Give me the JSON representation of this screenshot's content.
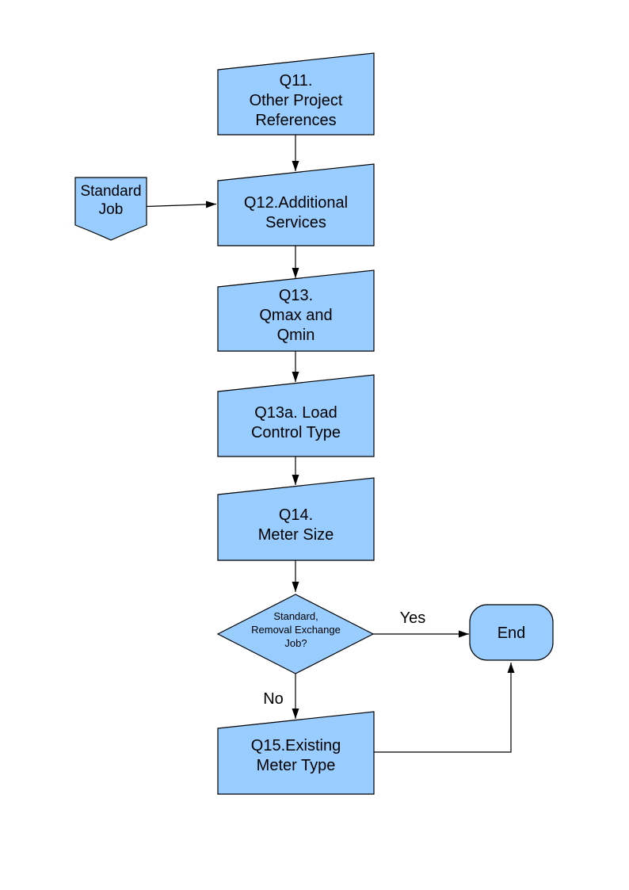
{
  "diagram": {
    "kind": "flowchart",
    "colors": {
      "node_fill": "#99CCFF",
      "node_stroke": "#000000",
      "connector": "#000000",
      "page_background": "#FFFFFF"
    },
    "nodes": {
      "q11": {
        "label": "Q11.\nOther Project\nReferences",
        "shape": "slant-top-box"
      },
      "standard_job": {
        "label": "Standard\nJob",
        "shape": "pointed-banner"
      },
      "q12": {
        "label": "Q12.Additional\nServices",
        "shape": "slant-top-box"
      },
      "q13": {
        "label": "Q13.\nQmax and\nQmin",
        "shape": "slant-top-box"
      },
      "q13a": {
        "label": "Q13a. Load\nControl Type",
        "shape": "slant-top-box"
      },
      "q14": {
        "label": "Q14.\nMeter Size",
        "shape": "slant-top-box"
      },
      "decision": {
        "label": "Standard,\nRemoval Exchange\nJob?",
        "shape": "diamond"
      },
      "end": {
        "label": "End",
        "shape": "terminator"
      },
      "q15": {
        "label": "Q15.Existing\nMeter Type",
        "shape": "slant-top-box"
      }
    },
    "edge_labels": {
      "yes": "Yes",
      "no": "No"
    }
  }
}
